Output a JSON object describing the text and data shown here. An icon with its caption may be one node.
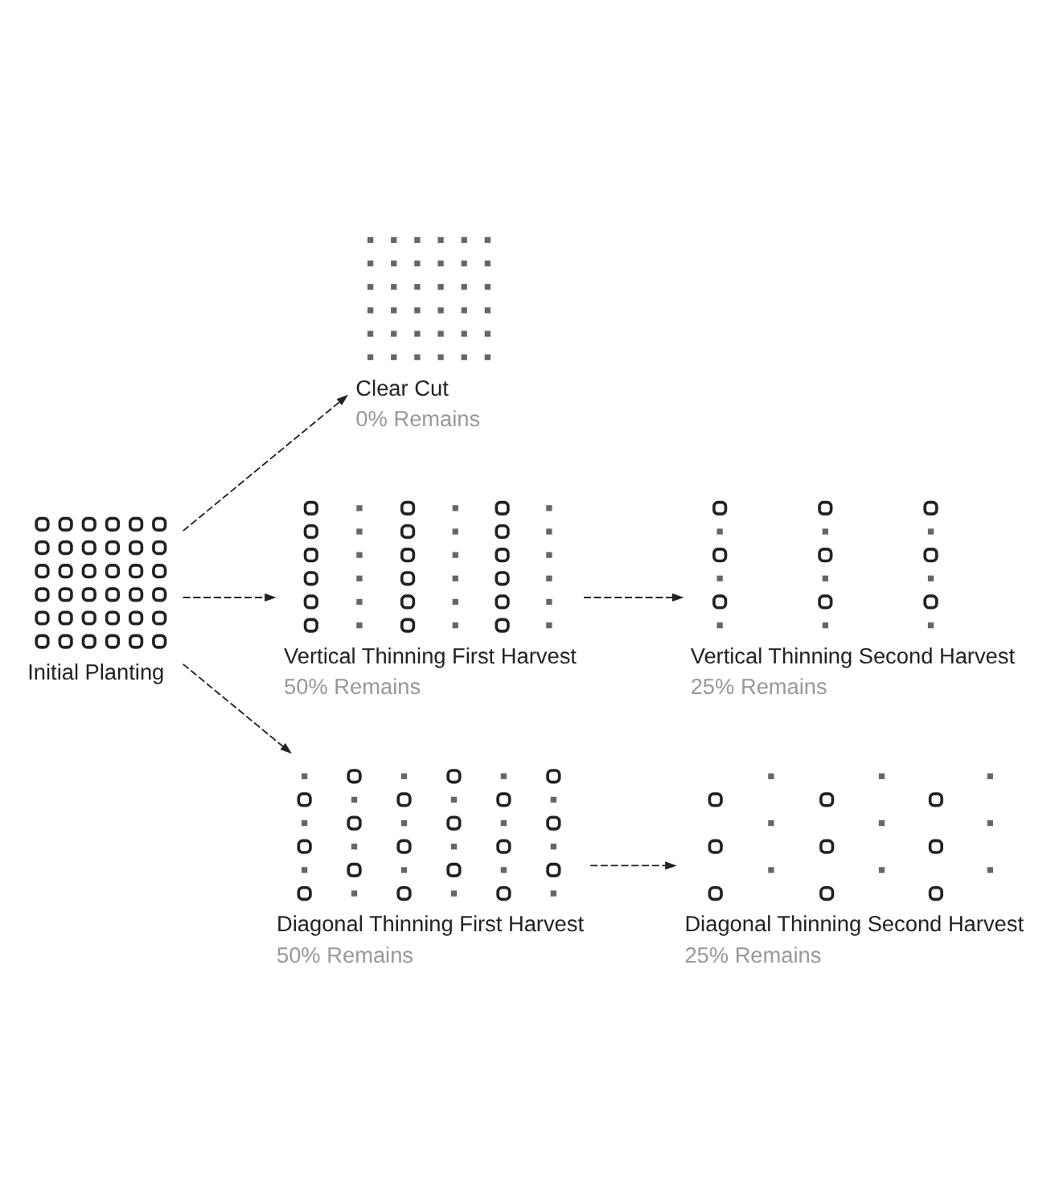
{
  "diagram": {
    "nodes": [
      {
        "text": [
          "Initial Planting"
        ]
      },
      {
        "text": [
          "Clear Cut",
          "0% Remains"
        ]
      },
      {
        "text": [
          "Vertical Thinning First Harvest",
          "50% Remains"
        ]
      },
      {
        "text": [
          "Vertical Thinning Second Harvest",
          "25% Remains"
        ]
      },
      {
        "text": [
          "Diagonal Thinning First Harvest",
          "50% Remains"
        ]
      },
      {
        "text": [
          "Diagonal Thinning Second Harvest",
          "25% Remains"
        ]
      }
    ],
    "edges": [
      {
        "from": 0,
        "to": 1,
        "arrow": "to",
        "style": "dashed"
      },
      {
        "from": 0,
        "to": 2,
        "arrow": "to",
        "style": "dashed"
      },
      {
        "from": 0,
        "to": 4,
        "arrow": "to",
        "style": "dashed"
      },
      {
        "from": 2,
        "to": 3,
        "arrow": "to",
        "style": "dashed"
      },
      {
        "from": 4,
        "to": 5,
        "arrow": "to",
        "style": "dashed"
      }
    ]
  }
}
